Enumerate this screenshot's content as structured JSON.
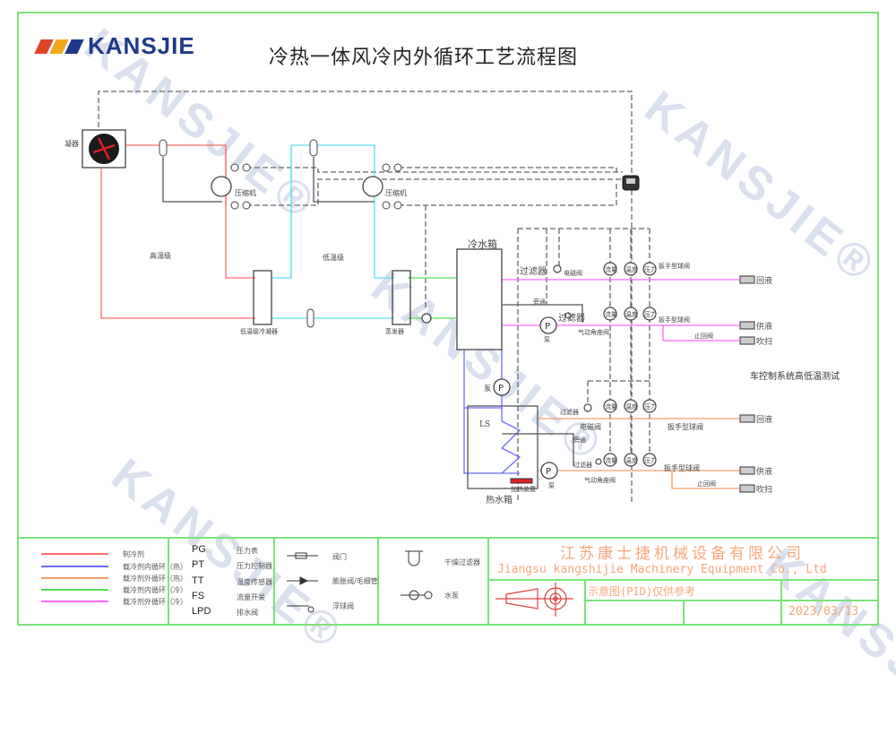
{
  "brand": {
    "logo_text": "KANSJIE",
    "logo_colors": [
      "#e0452b",
      "#f2a81d",
      "#1f3a8a"
    ],
    "watermark_text": "KANSJIE®"
  },
  "title": "冷热一体风冷内外循环工艺流程图",
  "refrigeration": {
    "condenser_label": "凝器",
    "compressor_label_high": "压缩机",
    "compressor_label_low": "压缩机",
    "high_stage_label": "高温级",
    "low_stage_label": "低温级",
    "cascade_condenser_label": "低温级冷凝器",
    "evaporator_label": "蒸发器"
  },
  "cold_tank": {
    "label": "冷水箱",
    "filter_label_top": "过滤器",
    "solenoid_valve_label": "电磁阀",
    "bypass_label": "旁通",
    "filter_label_bottom": "过滤器",
    "pump_label": "泵",
    "pneumatic_valve_label": "气动角座阀",
    "sensors": [
      "流量",
      "温度",
      "压力"
    ],
    "ball_valve_label": "扳手型球阀",
    "check_valve_label": "止回阀",
    "return_label": "回液",
    "supply_label": "供液",
    "purge_label": "吹扫"
  },
  "hot_tank": {
    "label": "热水箱",
    "pump_label": "泵",
    "level_switch": "LS",
    "heater_label": "加热装置",
    "filter_label_top": "过滤器",
    "solenoid_valve_label": "电磁阀",
    "bypass_label": "旁通",
    "filter_label_bottom": "过滤器",
    "outlet_pump_label": "泵",
    "pneumatic_valve_label": "气动角座阀",
    "sensors": [
      "流量",
      "温度",
      "压力"
    ],
    "ball_valve_label": "扳手型球阀",
    "check_valve_label": "止回阀",
    "return_label": "回液",
    "supply_label": "供液",
    "purge_label": "吹扫"
  },
  "side_note": "车控制系统高低温测试",
  "legend": {
    "lines": [
      {
        "label": "制冷剂",
        "color": "#ff6b6b"
      },
      {
        "label": "载冷剂内循环（热）",
        "color": "#6b6bff"
      },
      {
        "label": "载冷剂外循环（热）",
        "color": "#f4a06b"
      },
      {
        "label": "载冷剂内循环（冷）",
        "color": "#55e055"
      },
      {
        "label": "载冷剂外循环（冷）",
        "color": "#ff66ff"
      }
    ],
    "abbreviations": [
      {
        "code": "PG",
        "desc": "压力表"
      },
      {
        "code": "PT",
        "desc": "压力控制器"
      },
      {
        "code": "TT",
        "desc": "温度传感器"
      },
      {
        "code": "FS",
        "desc": "流量开关"
      },
      {
        "code": "LPD",
        "desc": "排水阀"
      }
    ],
    "symbols": [
      {
        "label": "阀门"
      },
      {
        "label": "膨胀阀/毛细管"
      },
      {
        "label": "浮球阀"
      },
      {
        "label": "干燥过滤器"
      },
      {
        "label": "水泵"
      }
    ]
  },
  "title_block": {
    "company_cn": "江苏康士捷机械设备有限公司",
    "company_en": "Jiangsu kangshijie Machinery Equipment Co., Ltd",
    "note": "示意图(PID)仅供参考",
    "date": "2023/03/13"
  },
  "colors": {
    "frame": "#7be37b",
    "refrigerant": "#ff6b6b",
    "low_refrigerant": "#5ce1f0",
    "hot_inner": "#6b6bff",
    "hot_outer": "#f4a06b",
    "cold_inner": "#55e055",
    "cold_outer": "#ff66ff",
    "title_block_text": "#f4a77a"
  }
}
